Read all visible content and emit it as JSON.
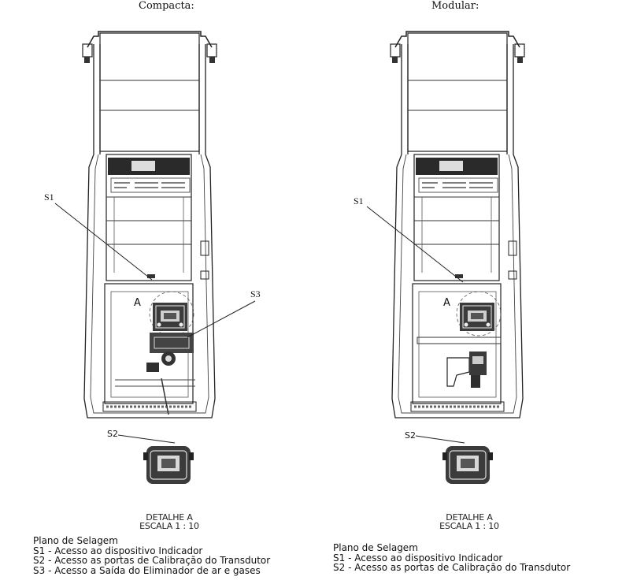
{
  "panels": {
    "left_title": "Compacta:",
    "right_title": "Modular:"
  },
  "callouts": {
    "left_s1": "S1",
    "left_s2": "S2",
    "left_s3": "S3",
    "right_s1": "S1",
    "right_s2": "S2"
  },
  "detail": {
    "left_line1": "DETALHE A",
    "left_line2": "ESCALA 1 : 10",
    "right_line1": "DETALHE A",
    "right_line2": "ESCALA 1 : 10",
    "view_label_left": "A",
    "view_label_right": "A"
  },
  "legend_left": {
    "title": "Plano de Selagem",
    "items": [
      "S1 - Acesso ao dispositivo Indicador",
      "S2 - Acesso as portas de Calibração do Transdutor",
      "S3 - Acesso a Saída do Eliminador de ar e gases"
    ]
  },
  "legend_right": {
    "title": "Plano de Selagem",
    "items": [
      "S1 - Acesso ao dispositivo Indicador",
      "S2 - Acesso as portas de Calibração do Transdutor"
    ]
  }
}
